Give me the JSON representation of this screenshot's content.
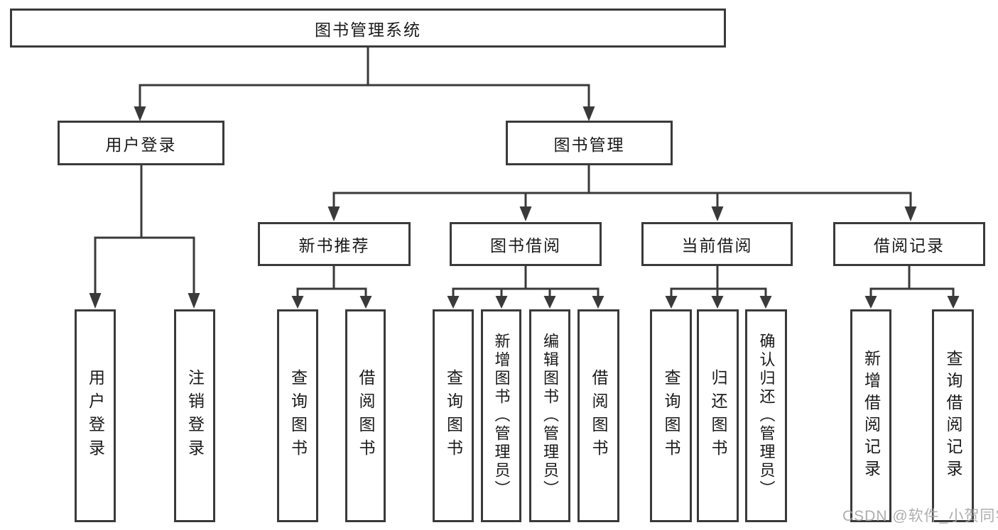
{
  "diagram": {
    "root": {
      "label": "图书管理系统"
    },
    "branches": [
      {
        "label": "用户登录",
        "children": [
          {
            "label": "用户登录"
          },
          {
            "label": "注销登录"
          }
        ]
      },
      {
        "label": "图书管理",
        "groups": [
          {
            "label": "新书推荐",
            "children": [
              {
                "label": "查询图书"
              },
              {
                "label": "借阅图书"
              }
            ]
          },
          {
            "label": "图书借阅",
            "children": [
              {
                "label": "查询图书"
              },
              {
                "label": "新增图书（管理员）"
              },
              {
                "label": "编辑图书（管理员）"
              },
              {
                "label": "借阅图书"
              }
            ]
          },
          {
            "label": "当前借阅",
            "children": [
              {
                "label": "查询图书"
              },
              {
                "label": "归还图书"
              },
              {
                "label": "确认归还（管理员）"
              }
            ]
          },
          {
            "label": "借阅记录",
            "children": [
              {
                "label": "新增借阅记录"
              },
              {
                "label": "查询借阅记录"
              }
            ]
          }
        ]
      }
    ]
  },
  "watermark": {
    "text": "CSDN @软件_小贺同学"
  },
  "colors": {
    "bg": "#ffffff",
    "line": "#3a3a3a",
    "text": "#1a1a1a",
    "watermark": "#a6a6a6"
  }
}
